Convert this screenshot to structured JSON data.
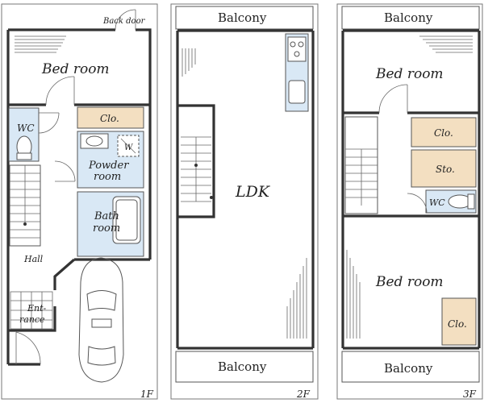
{
  "floors": {
    "f1": {
      "label": "1F",
      "back_door": "Back door",
      "bedroom": "Bed room",
      "wc": "WC",
      "closet": "Clo.",
      "washer": "W",
      "powder_room_1": "Powder",
      "powder_room_2": "room",
      "bath_room_1": "Bath",
      "bath_room_2": "room",
      "hall": "Hall",
      "entrance_1": "Ent-",
      "entrance_2": "rance"
    },
    "f2": {
      "label": "2F",
      "balcony_top": "Balcony",
      "ldk": "LDK",
      "balcony_bottom": "Balcony"
    },
    "f3": {
      "label": "3F",
      "balcony_top": "Balcony",
      "bedroom_top": "Bed room",
      "closet_1": "Clo.",
      "storage": "Sto.",
      "wc": "WC",
      "bedroom_bottom": "Bed room",
      "closet_2": "Clo.",
      "balcony_bottom": "Balcony"
    }
  },
  "colors": {
    "wet_area": "#d9e8f5",
    "storage": "#f3dfc1"
  }
}
